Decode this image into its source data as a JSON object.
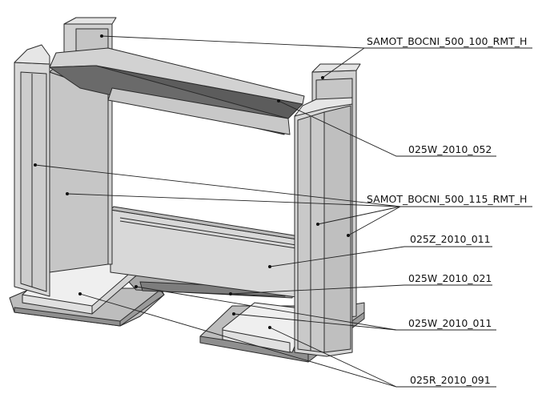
{
  "callouts": [
    {
      "id": "samot_100",
      "text": "SAMOT_BOCNI_500_100_RMT_H"
    },
    {
      "id": "w052",
      "text": "025W_2010_052"
    },
    {
      "id": "samot_115",
      "text": "SAMOT_BOCNI_500_115_RMT_H"
    },
    {
      "id": "z011",
      "text": "025Z_2010_011"
    },
    {
      "id": "w021",
      "text": "025W_2010_021"
    },
    {
      "id": "w011",
      "text": "025W_2010_011"
    },
    {
      "id": "r091",
      "text": "025R_2010_091"
    }
  ],
  "colors": {
    "background": "#ffffff",
    "face_light": "#d9d9d9",
    "face_mid": "#c4c4c4",
    "face_dark": "#a9a9a9",
    "face_shadow": "#6f6f6f",
    "plate_white": "#f2f2f2",
    "edge": "#2a2a2a",
    "leader": "#222222"
  }
}
